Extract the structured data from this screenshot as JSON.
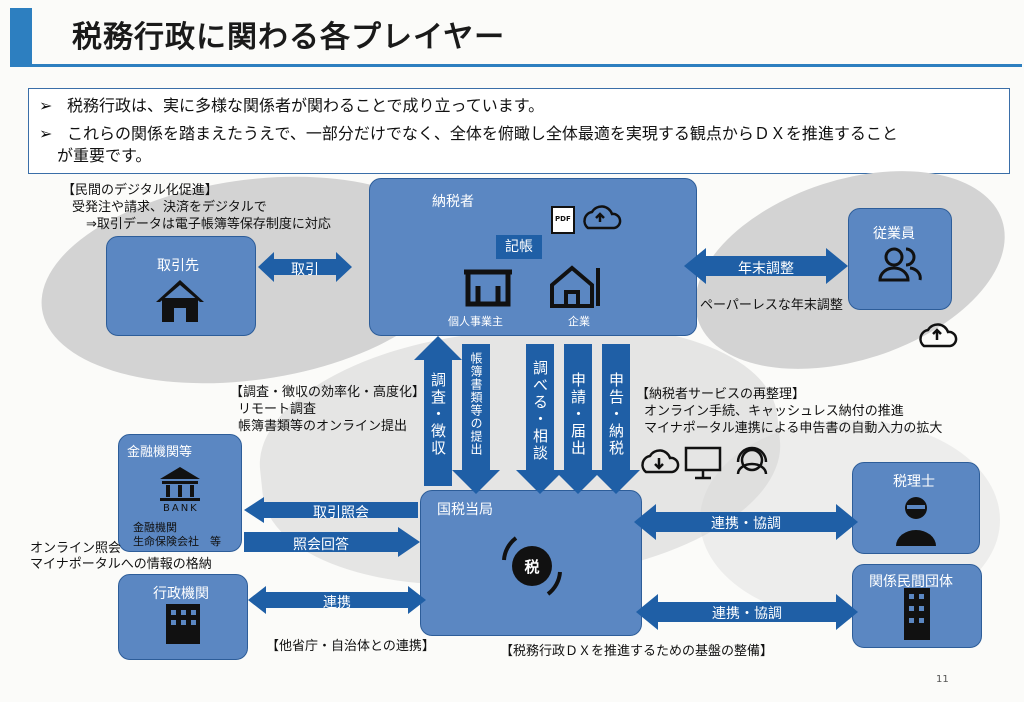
{
  "title": "税務行政に関わる各プレイヤー",
  "summary": {
    "marker": "➢",
    "line1": "税務行政は、実に多様な関係者が関わることで成り立っています。",
    "line2a": "これらの関係を踏まえたうえで、一部分だけでなく、全体を俯瞰し全体最適を実現する観点からＤＸを推進すること",
    "line2b": "が重要です。"
  },
  "boxes": {
    "taxpayer": "納税者",
    "kicho": "記帳",
    "individual": "個人事業主",
    "corporate": "企業",
    "partner": "取引先",
    "employee": "従業員",
    "finance": "金融機関等",
    "bank": "BANK",
    "finance_sub1": "金融機関",
    "finance_sub2": "生命保険会社　等",
    "admin": "行政機関",
    "nta": "国税当局",
    "zeirishi": "税理士",
    "groups": "関係民間団体"
  },
  "arrows": {
    "torihiki": "取引",
    "nenmatsu": "年末調整",
    "chosa": "調査・徴収",
    "teishutsu": "帳簿書類等の提出",
    "shirabe": "調べる・相談",
    "shinsei": "申請・届出",
    "shinkoku": "申告・納税",
    "shokai": "取引照会",
    "kaito": "照会回答",
    "renkei": "連携",
    "renkei_kyocho1": "連携・協調",
    "renkei_kyocho2": "連携・協調",
    "zei": "税"
  },
  "notes": {
    "digital_title": "【民間のデジタル化促進】",
    "digital_1": "受発注や請求、決済をデジタルで",
    "digital_2": "⇒取引データは電子帳簿等保存制度に対応",
    "paperless": "ペーパーレスな年末調整",
    "chosa_title": "【調査・徴収の効率化・高度化】",
    "chosa_1": "リモート調査",
    "chosa_2": "帳簿書類等のオンライン提出",
    "service_title": "【納税者サービスの再整理】",
    "service_1": "オンライン手続、キャッシュレス納付の推進",
    "service_2": "マイナポータル連携による申告書の自動入力の拡大",
    "online_1": "オンライン照会",
    "online_2": "マイナポータルへの情報の格納",
    "other_agencies": "【他省庁・自治体との連携】",
    "foundation": "【税務行政ＤＸを推進するための基盤の整備】",
    "pdf": "PDF"
  },
  "page_number": "11",
  "colors": {
    "box": "#5b87c2",
    "arrow": "#1f5fa6",
    "title_accent": "#2d7fc0",
    "blob": "#d3d3d3"
  }
}
